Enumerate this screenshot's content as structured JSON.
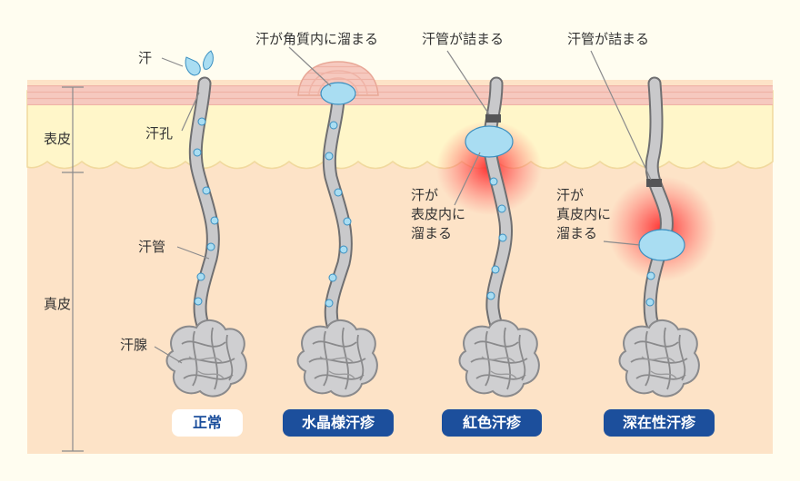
{
  "layers": {
    "epidermis": "表皮",
    "dermis": "真皮"
  },
  "parts": {
    "sweat": "汗",
    "pore": "汗孔",
    "duct": "汗管",
    "gland": "汗腺"
  },
  "callouts": {
    "crystallina": "汗が角質内に溜まる",
    "blocked_1": "汗管が詰まる",
    "blocked_2": "汗管が詰まる",
    "rubra_pool": "汗が\n表皮内に\n溜まる",
    "profunda_pool": "汗が\n真皮内に\n溜まる"
  },
  "types": [
    {
      "label": "正常",
      "style": "white"
    },
    {
      "label": "水晶様汗疹",
      "style": "blue"
    },
    {
      "label": "紅色汗疹",
      "style": "blue"
    },
    {
      "label": "深在性汗疹",
      "style": "blue"
    }
  ],
  "colors": {
    "background": "#fffdf0",
    "stratum_corneum": "#f6c9bf",
    "epidermis": "#fff6c9",
    "dermis": "#fde3c7",
    "duct": "#c9c9cb",
    "sweat": "#a9ddf2",
    "inflammation": "#ff3b3b",
    "label_blue": "#1c4f9c"
  }
}
